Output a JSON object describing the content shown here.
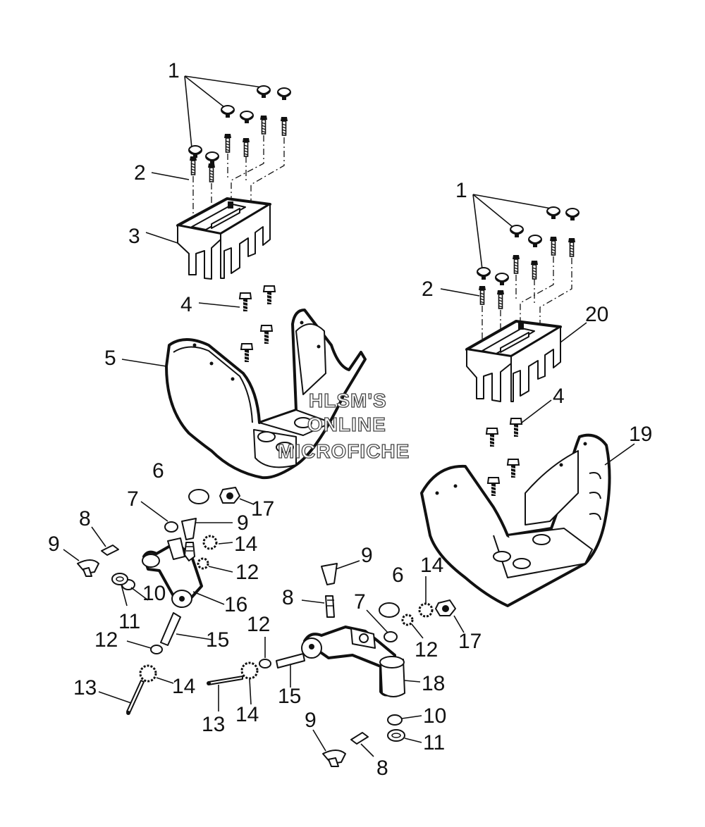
{
  "watermark": {
    "line1": "HLSM'S",
    "line2": "ONLINE",
    "line3": "MICROFICHE"
  },
  "callouts": [
    {
      "id": "c-1a",
      "text": "1"
    },
    {
      "id": "c-2a",
      "text": "2"
    },
    {
      "id": "c-3",
      "text": "3"
    },
    {
      "id": "c-4a",
      "text": "4"
    },
    {
      "id": "c-5",
      "text": "5"
    },
    {
      "id": "c-1b",
      "text": "1"
    },
    {
      "id": "c-2b",
      "text": "2"
    },
    {
      "id": "c-20",
      "text": "20"
    },
    {
      "id": "c-4b",
      "text": "4"
    },
    {
      "id": "c-19",
      "text": "19"
    },
    {
      "id": "c-6a",
      "text": "6"
    },
    {
      "id": "c-17a",
      "text": "17"
    },
    {
      "id": "c-7a",
      "text": "7"
    },
    {
      "id": "c-9a",
      "text": "9"
    },
    {
      "id": "c-8a",
      "text": "8"
    },
    {
      "id": "c-9b",
      "text": "9"
    },
    {
      "id": "c-14a",
      "text": "14"
    },
    {
      "id": "c-12a",
      "text": "12"
    },
    {
      "id": "c-10a",
      "text": "10"
    },
    {
      "id": "c-16",
      "text": "16"
    },
    {
      "id": "c-11a",
      "text": "11"
    },
    {
      "id": "c-15a",
      "text": "15"
    },
    {
      "id": "c-12b",
      "text": "12"
    },
    {
      "id": "c-14b",
      "text": "14"
    },
    {
      "id": "c-13a",
      "text": "13"
    },
    {
      "id": "c-9c",
      "text": "9"
    },
    {
      "id": "c-8b",
      "text": "8"
    },
    {
      "id": "c-6b",
      "text": "6"
    },
    {
      "id": "c-14c",
      "text": "14"
    },
    {
      "id": "c-7b",
      "text": "7"
    },
    {
      "id": "c-12c",
      "text": "12"
    },
    {
      "id": "c-17b",
      "text": "17"
    },
    {
      "id": "c-12d",
      "text": "12"
    },
    {
      "id": "c-15b",
      "text": "15"
    },
    {
      "id": "c-18",
      "text": "18"
    },
    {
      "id": "c-13b",
      "text": "13"
    },
    {
      "id": "c-14d",
      "text": "14"
    },
    {
      "id": "c-9d",
      "text": "9"
    },
    {
      "id": "c-10b",
      "text": "10"
    },
    {
      "id": "c-11b",
      "text": "11"
    },
    {
      "id": "c-8c",
      "text": "8"
    }
  ]
}
